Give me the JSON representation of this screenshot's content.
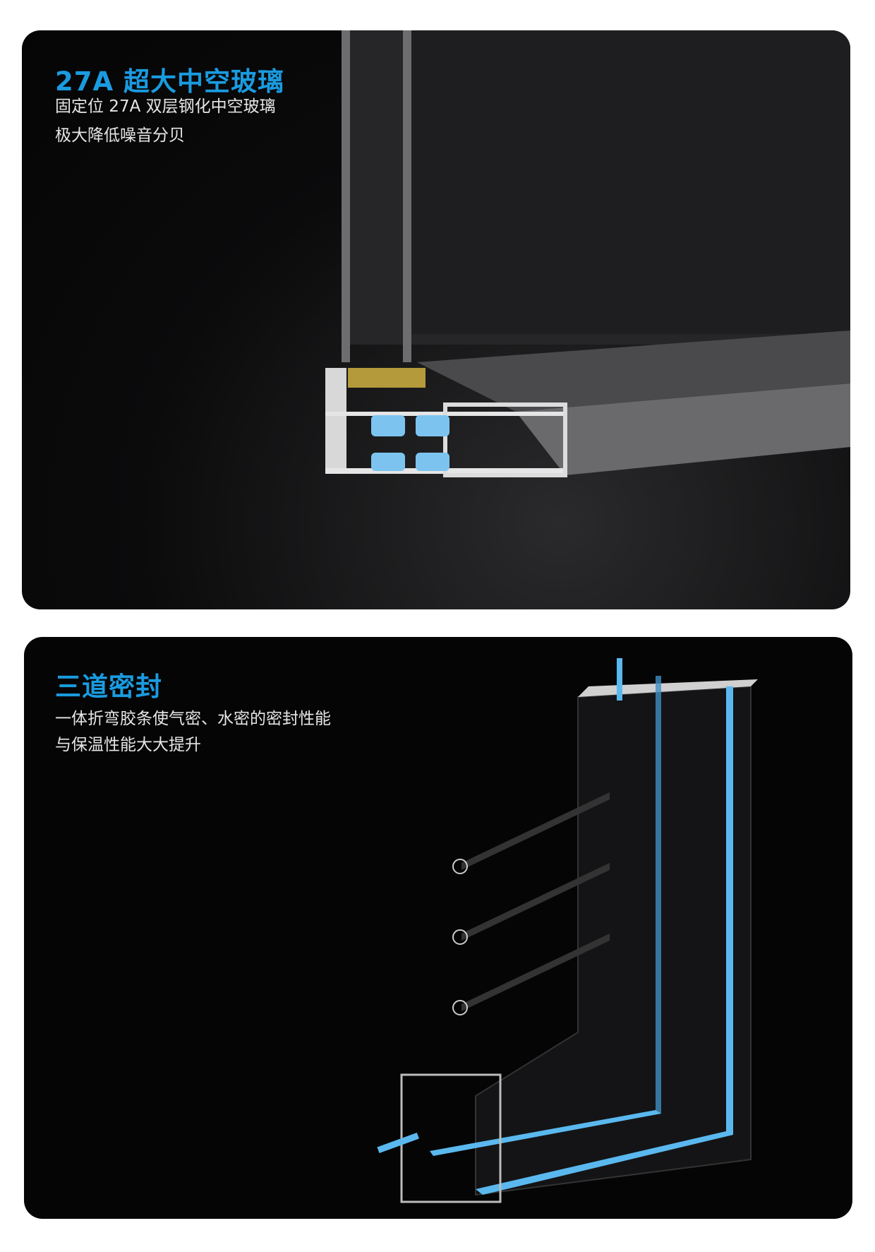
{
  "section1": {
    "title": "27A 超大中空玻璃",
    "lines": [
      "固定位 27A 双层钢化中空玻璃",
      "极大降低噪音分贝"
    ]
  },
  "section2": {
    "title": "三道密封",
    "lines": [
      "一体折弯胶条使气密、水密的密封性能",
      "与保温性能大大提升"
    ]
  },
  "colors": {
    "accent": "#1a9be0",
    "seal": "#5ab8ee"
  }
}
